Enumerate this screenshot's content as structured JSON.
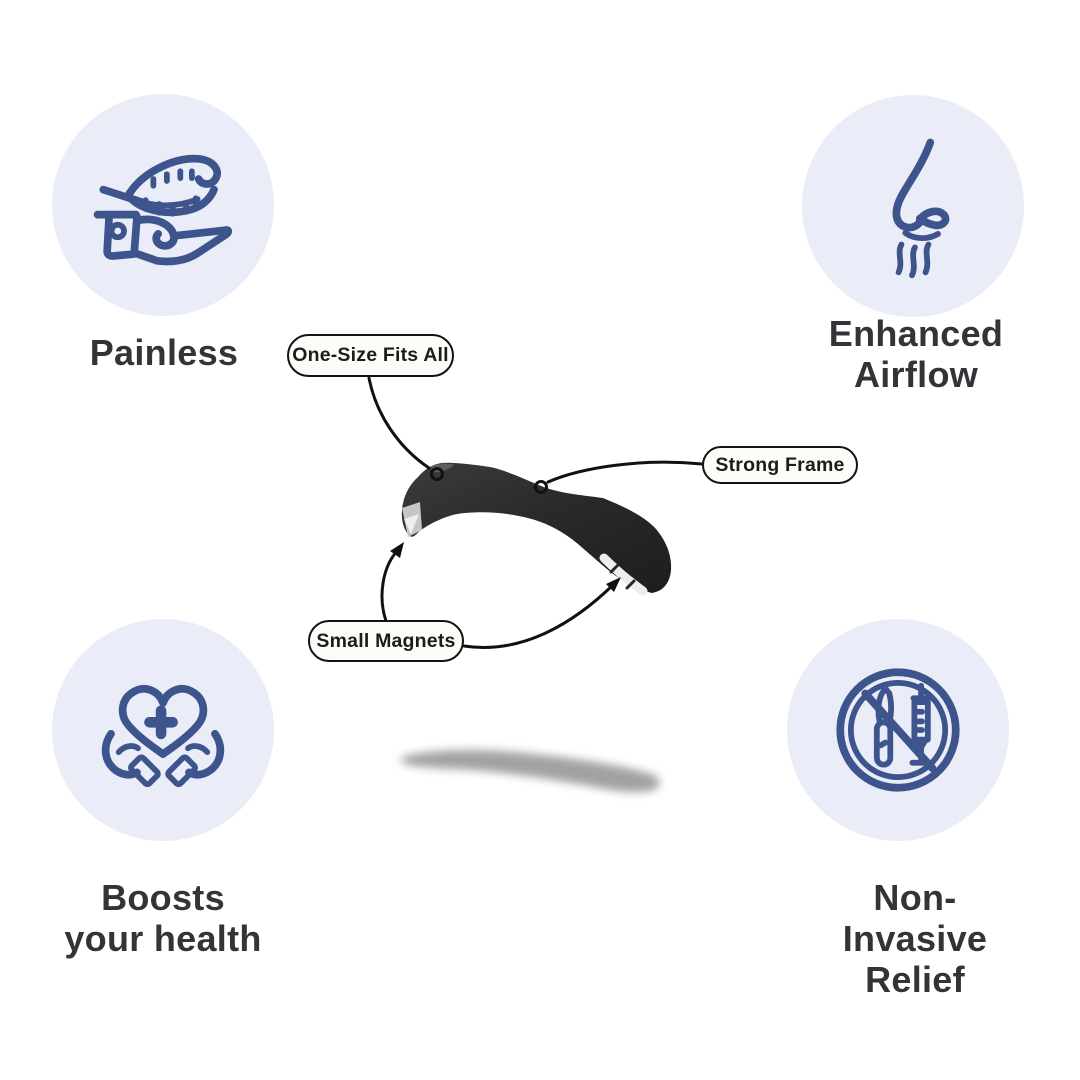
{
  "palette": {
    "icon_circle_bg": "#eaecf7",
    "icon_stroke": "#3e548c",
    "feature_label_color": "#333438",
    "callout_border": "#121212",
    "callout_bg": "#fcfcf9",
    "callout_text": "#1c1c1c",
    "connector": "#111111",
    "product_dark": "#262626",
    "magnet_light": "#ededeb",
    "shadow_gray": "#8a8a8a",
    "page_bg": "#ffffff"
  },
  "features": [
    {
      "id": "painless",
      "label": "Painless",
      "icon": "feather-hand-icon"
    },
    {
      "id": "enhanced-airflow",
      "label": "Enhanced\nAirflow",
      "icon": "nose-airflow-icon"
    },
    {
      "id": "boosts-health",
      "label": "Boosts\nyour health",
      "icon": "heart-hands-icon"
    },
    {
      "id": "non-invasive-relief",
      "label": "Non-Invasive\nRelief",
      "icon": "no-surgery-icon"
    }
  ],
  "callouts": [
    {
      "id": "one-size",
      "label": "One-Size Fits All"
    },
    {
      "id": "strong-frame",
      "label": "Strong Frame"
    },
    {
      "id": "small-magnets",
      "label": "Small Magnets"
    }
  ],
  "product": {
    "alt": "black magnetic nasal dilator clip with small magnets, floating above a soft shadow"
  }
}
